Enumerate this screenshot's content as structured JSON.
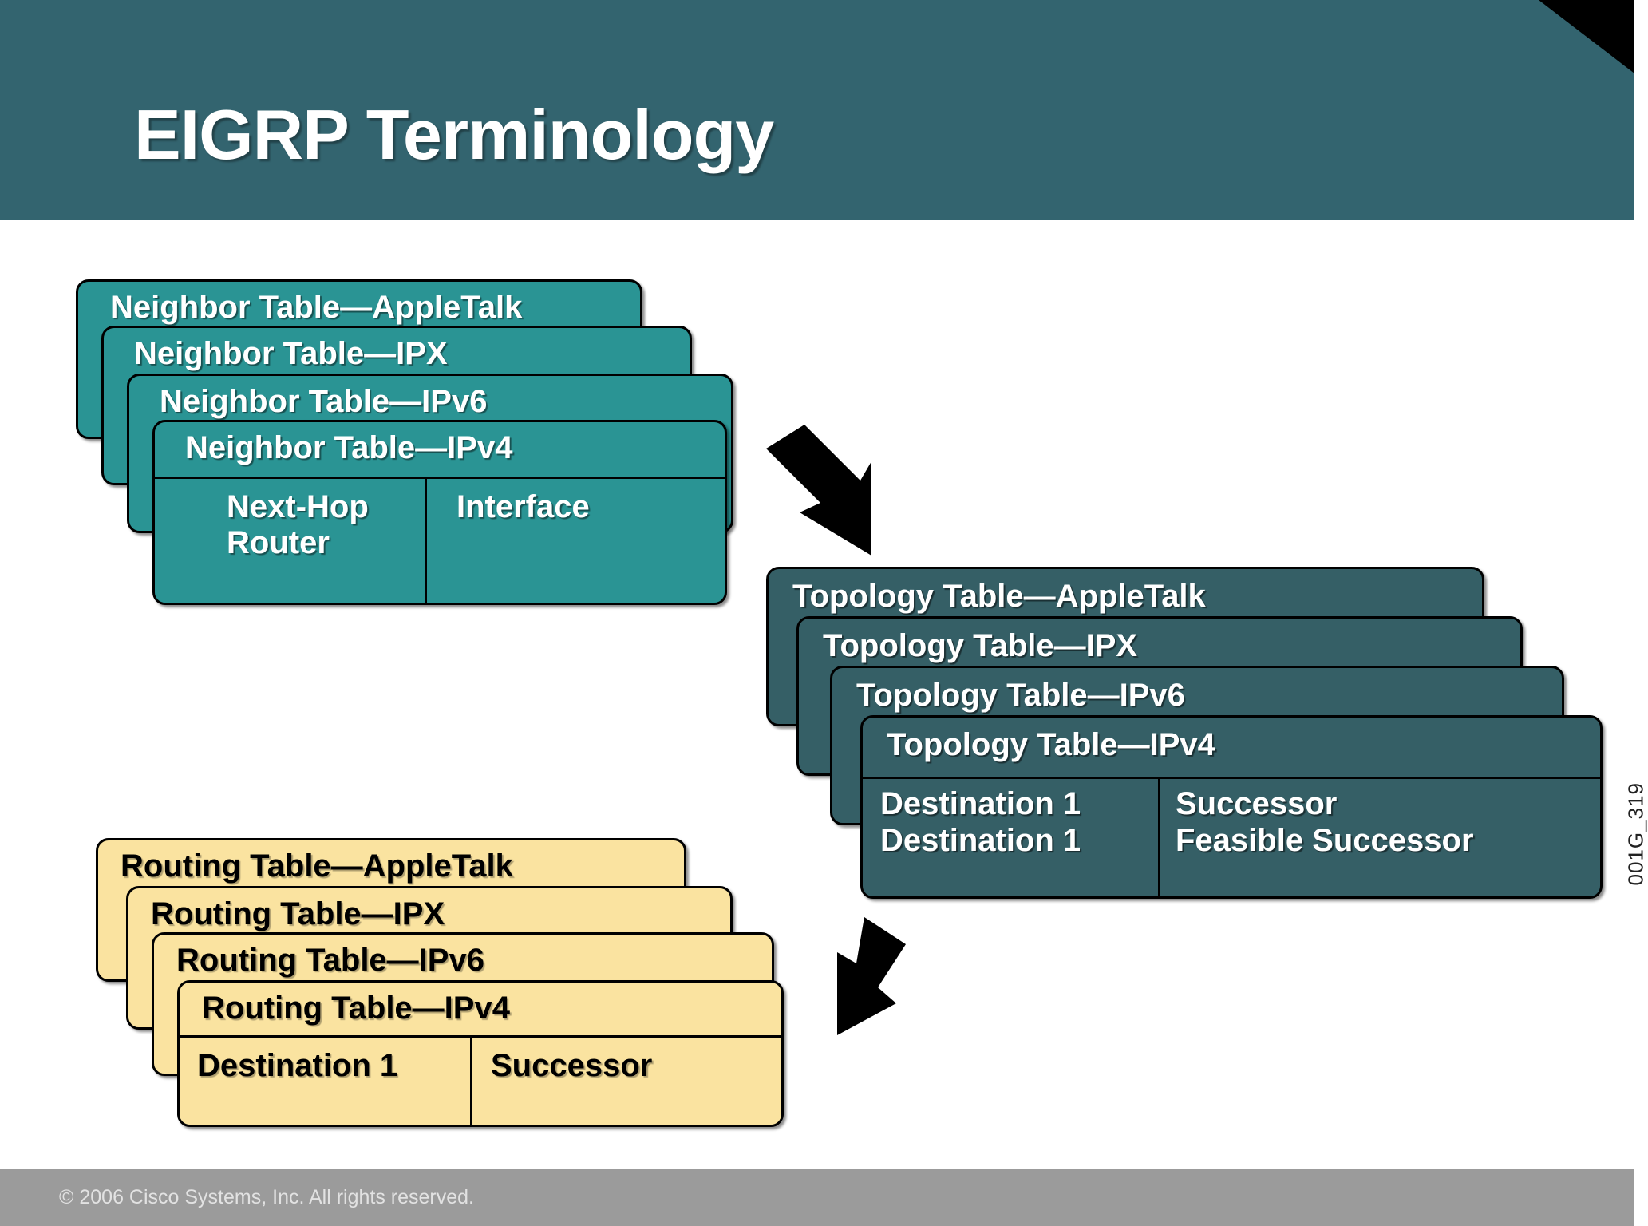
{
  "slide": {
    "title": "EIGRP Terminology",
    "side_code": "001G_319",
    "footer": "© 2006 Cisco Systems, Inc. All rights reserved."
  },
  "colors": {
    "header_bg": "#33646f",
    "neighbor_bg": "#2a9494",
    "topology_bg": "#355f66",
    "routing_bg": "#fae3a0",
    "border": "#000000",
    "footer_bg": "#9b9b9b",
    "corner_wedge": "#000000"
  },
  "neighbor_stack": {
    "cards": [
      {
        "title": "Neighbor Table—AppleTalk"
      },
      {
        "title": "Neighbor Table—IPX"
      },
      {
        "title": "Neighbor Table—IPv6"
      },
      {
        "title": "Neighbor Table—IPv4"
      }
    ],
    "columns": [
      "Next-Hop Router",
      "Interface"
    ],
    "cell_left_line1": "Next-Hop",
    "cell_left_line2": "Router",
    "cell_right": "Interface"
  },
  "topology_stack": {
    "cards": [
      {
        "title": "Topology Table—AppleTalk"
      },
      {
        "title": "Topology Table—IPX"
      },
      {
        "title": "Topology Table—IPv6"
      },
      {
        "title": "Topology Table—IPv4"
      }
    ],
    "rows": [
      {
        "destination": "Destination 1",
        "via": "Successor"
      },
      {
        "destination": "Destination 1",
        "via": "Feasible Successor"
      }
    ]
  },
  "routing_stack": {
    "cards": [
      {
        "title": "Routing Table—AppleTalk"
      },
      {
        "title": "Routing Table—IPX"
      },
      {
        "title": "Routing Table—IPv6"
      },
      {
        "title": "Routing Table—IPv4"
      }
    ],
    "rows": [
      {
        "destination": "Destination 1",
        "via": "Successor"
      }
    ]
  },
  "arrows": [
    {
      "name": "arrow-neighbor-to-topology",
      "direction": "down-right"
    },
    {
      "name": "arrow-topology-to-routing",
      "direction": "down-left"
    }
  ]
}
